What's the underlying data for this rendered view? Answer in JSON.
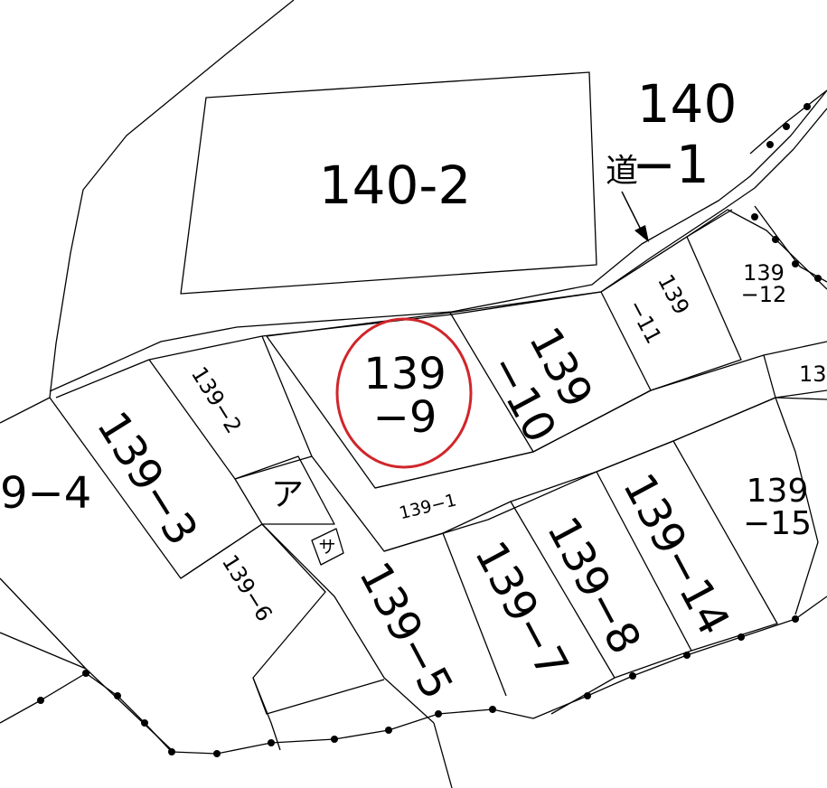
{
  "map": {
    "parcels": {
      "p140_2": "140-2",
      "p140_1_top": "140",
      "p140_1_bottom": "−1",
      "road": "道",
      "p139_9_top": "139",
      "p139_9_bottom": "−9",
      "p139_10_top": "139",
      "p139_10_bottom": "−10",
      "p139_11_top": "139",
      "p139_11_bottom": "−11",
      "p139_12_top": "139",
      "p139_12_bottom": "−12",
      "p139_13_partial": "13",
      "p139_15_top": "139",
      "p139_15_bottom": "−15",
      "p139_1": "139−1",
      "p139_2": "139−2",
      "p139_3": "139−3",
      "p139_4_partial": "9−4",
      "p139_5": "139−5",
      "p139_6": "139−6",
      "p139_7": "139−7",
      "p139_8": "139−8",
      "p139_14": "139−14",
      "mark_a": "ア",
      "mark_sa": "サ"
    },
    "highlight": {
      "parcel": "139-9",
      "color": "#d0262b"
    },
    "line_color": "#000000"
  }
}
